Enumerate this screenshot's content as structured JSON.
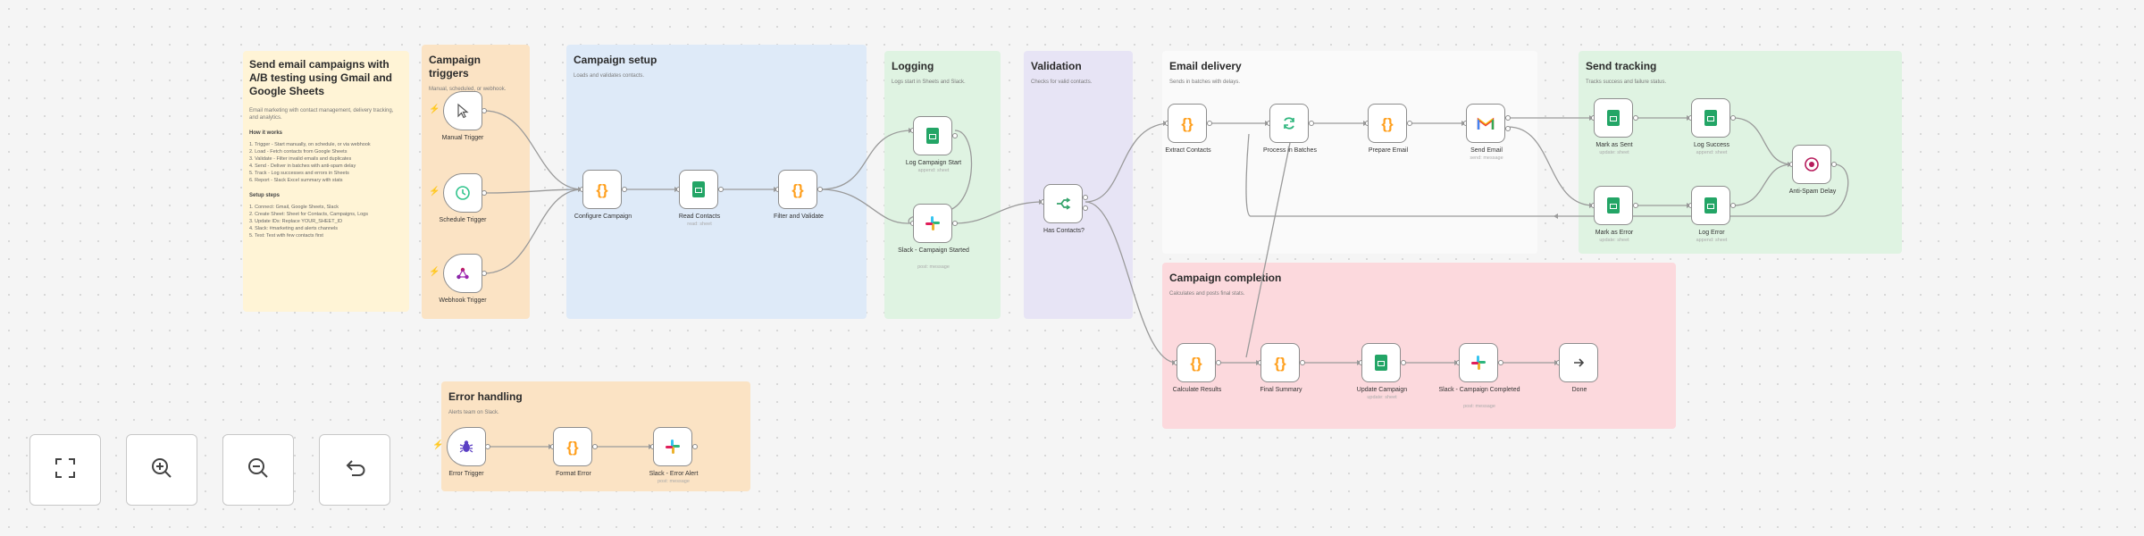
{
  "sticky": {
    "intro": {
      "title": "Send email campaigns with A/B testing using Gmail and Google Sheets",
      "desc": "Email marketing with contact management, delivery tracking, and analytics.",
      "how_title": "How it works",
      "how": [
        "1. Trigger - Start manually, on schedule, or via webhook",
        "2. Load - Fetch contacts from Google Sheets",
        "3. Validate - Filter invalid emails and duplicates",
        "4. Send - Deliver in batches with anti-spam delay",
        "5. Track - Log successes and errors in Sheets",
        "6. Report - Slack Excel summary with stats"
      ],
      "setup_title": "Setup steps",
      "setup": [
        "1. Connect: Gmail, Google Sheets, Slack",
        "2. Create Sheet: Sheet for Contacts, Campaigns, Logs",
        "3. Update IDs: Replace YOUR_SHEET_ID",
        "4. Slack: #marketing and alerts channels",
        "5. Test: Test with few contacts first"
      ]
    },
    "triggers": {
      "title": "Campaign triggers",
      "sub": "Manual, scheduled, or webhook."
    },
    "setup": {
      "title": "Campaign setup",
      "sub": "Loads and validates contacts."
    },
    "logging": {
      "title": "Logging",
      "sub": "Logs start in Sheets and Slack."
    },
    "validation": {
      "title": "Validation",
      "sub": "Checks for valid contacts."
    },
    "delivery": {
      "title": "Email delivery",
      "sub": "Sends in batches with delays."
    },
    "tracking": {
      "title": "Send tracking",
      "sub": "Tracks success and failure status."
    },
    "completion": {
      "title": "Campaign completion",
      "sub": "Calculates and posts final stats."
    },
    "error": {
      "title": "Error handling",
      "sub": "Alerts team on Slack."
    }
  },
  "nodes": {
    "manual_trigger": {
      "label": "Manual Trigger",
      "icon": "cursor-icon"
    },
    "schedule_trigger": {
      "label": "Schedule Trigger",
      "icon": "clock-icon"
    },
    "webhook_trigger": {
      "label": "Webhook Trigger",
      "icon": "webhook-icon"
    },
    "configure_campaign": {
      "label": "Configure Campaign",
      "icon": "code-braces-icon"
    },
    "read_contacts": {
      "label": "Read Contacts",
      "sub": "read: sheet",
      "icon": "google-sheets-icon"
    },
    "filter_validate": {
      "label": "Filter and Validate",
      "icon": "code-braces-icon"
    },
    "log_campaign_start": {
      "label": "Log Campaign Start",
      "sub": "append: sheet",
      "icon": "google-sheets-icon"
    },
    "slack_campaign_started": {
      "label": "Slack - Campaign Started",
      "sub": "post: message",
      "icon": "slack-icon"
    },
    "has_contacts": {
      "label": "Has Contacts?",
      "icon": "if-branch-icon"
    },
    "extract_contacts": {
      "label": "Extract Contacts",
      "icon": "code-braces-icon"
    },
    "process_batches": {
      "label": "Process in Batches",
      "icon": "loop-icon"
    },
    "prepare_email": {
      "label": "Prepare Email",
      "icon": "code-braces-icon"
    },
    "send_email": {
      "label": "Send Email",
      "sub": "send: message",
      "icon": "gmail-icon"
    },
    "mark_as_sent": {
      "label": "Mark as Sent",
      "sub": "update: sheet",
      "icon": "google-sheets-icon"
    },
    "log_success": {
      "label": "Log Success",
      "sub": "append: sheet",
      "icon": "google-sheets-icon"
    },
    "mark_as_error": {
      "label": "Mark as Error",
      "sub": "update: sheet",
      "icon": "google-sheets-icon"
    },
    "log_error": {
      "label": "Log Error",
      "sub": "append: sheet",
      "icon": "google-sheets-icon"
    },
    "anti_spam_delay": {
      "label": "Anti-Spam Delay",
      "icon": "wait-icon"
    },
    "calculate_results": {
      "label": "Calculate Results",
      "icon": "code-braces-icon"
    },
    "final_summary": {
      "label": "Final Summary",
      "icon": "code-braces-icon"
    },
    "update_campaign": {
      "label": "Update Campaign",
      "sub": "update: sheet",
      "icon": "google-sheets-icon"
    },
    "slack_campaign_completed": {
      "label": "Slack - Campaign Completed",
      "sub": "post: message",
      "icon": "slack-icon"
    },
    "done": {
      "label": "Done",
      "icon": "arrow-right-icon"
    },
    "error_trigger": {
      "label": "Error Trigger",
      "icon": "bug-icon"
    },
    "format_error": {
      "label": "Format Error",
      "icon": "code-braces-icon"
    },
    "slack_error_alert": {
      "label": "Slack - Error Alert",
      "sub": "post: message",
      "icon": "slack-icon"
    }
  },
  "controls": {
    "fit_view": "fit-view-icon",
    "zoom_in": "zoom-in-icon",
    "zoom_out": "zoom-out-icon",
    "undo": "undo-icon"
  },
  "colors": {
    "yellow": "#fff4d6",
    "orange": "#fbe3c4",
    "blue": "#deeaf8",
    "green": "#dff3e2",
    "purple": "#e7e4f5",
    "white": "#fafafa",
    "red": "#fcd9dd",
    "accent": "#ff6d5a"
  }
}
